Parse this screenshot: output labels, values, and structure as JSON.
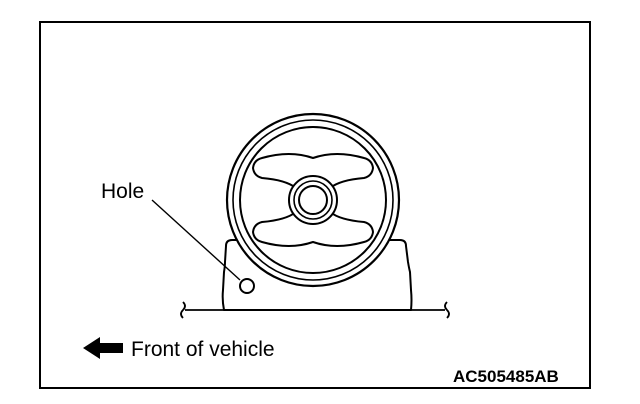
{
  "figure": {
    "callout_label": "Hole",
    "direction_label": "Front of vehicle",
    "figure_code": "AC505485AB"
  }
}
